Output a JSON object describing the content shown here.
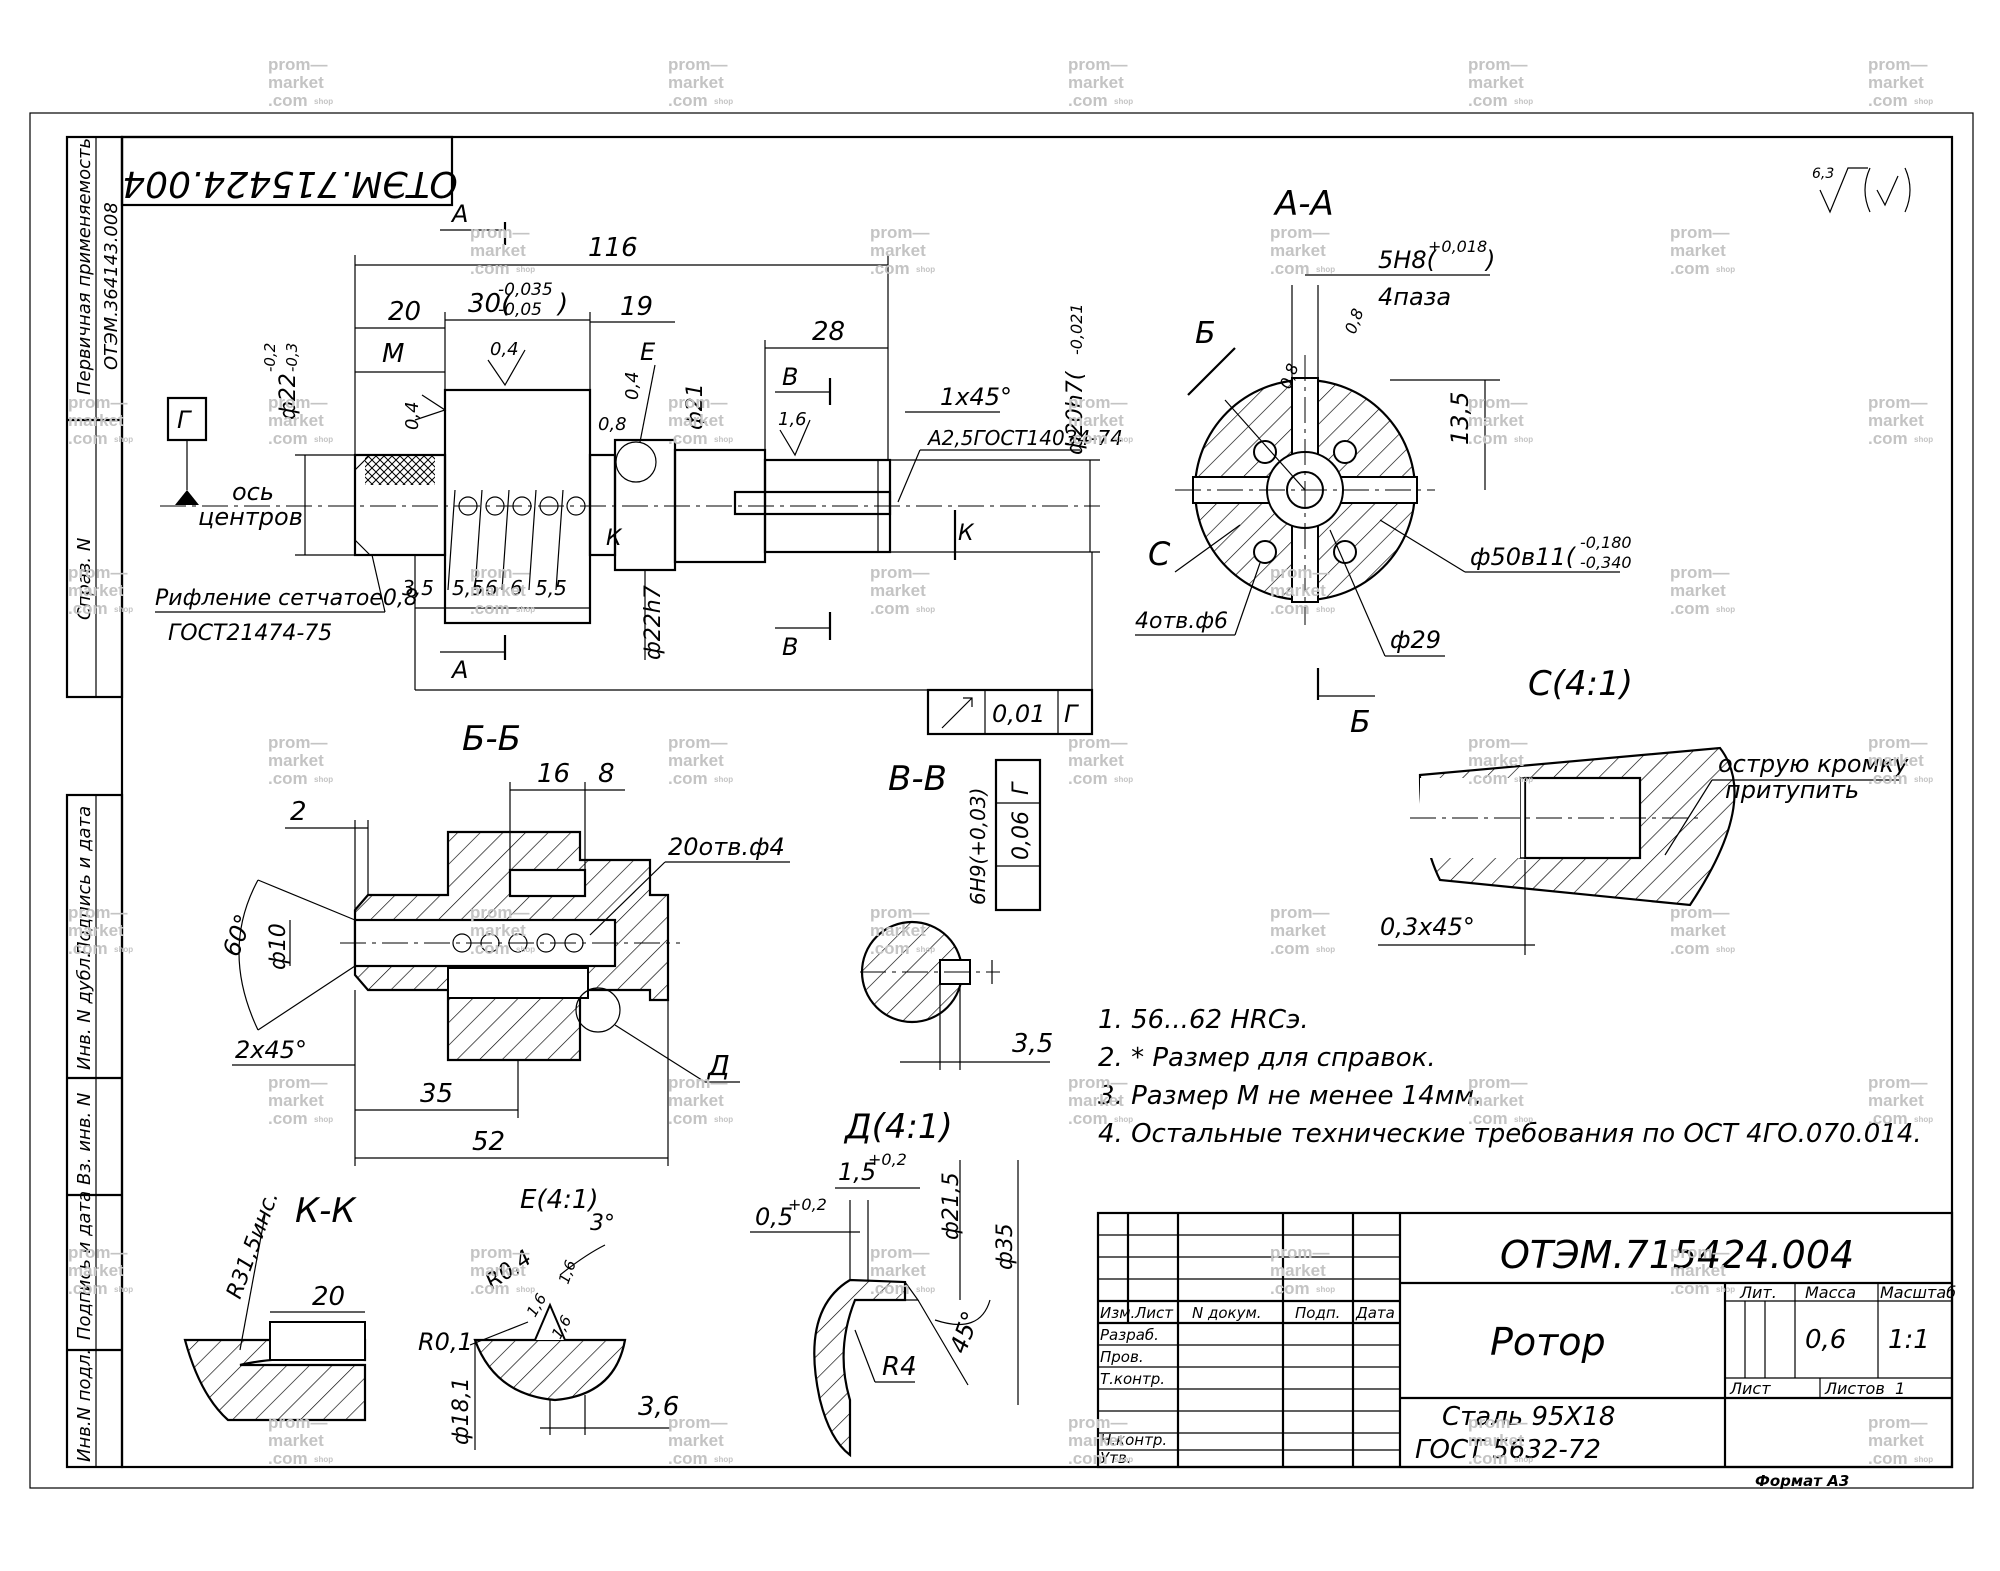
{
  "drawing": {
    "designation": "ОТЭМ.715424.004",
    "title": "Ротор",
    "material_line1": "Сталь 95Х18",
    "material_line2": "ГОСТ 5632-72",
    "mass": "0,6",
    "scale": "1:1",
    "roughness_symbol": "6,3",
    "format": "Формат А3"
  },
  "title_block": {
    "col_izm": "Изм.",
    "col_list": "Лист",
    "col_ndokum": "N докум.",
    "col_podp": "Подп.",
    "col_data": "Дата",
    "row_razrab": "Разраб.",
    "row_prov": "Пров.",
    "row_tkontr": "Т.контр.",
    "row_nkontr": "Н.контр.",
    "row_utv": "Утв.",
    "lit": "Лит.",
    "massa": "Масса",
    "masshtab": "Масштаб",
    "list": "Лист",
    "listov": "Листов",
    "listov_value": "1"
  },
  "side_strip": {
    "perv_primen": "Первичная применяемость",
    "perv_number": "ОТЭМ.364143.008",
    "sprav": "Справ. N",
    "podp_data_1": "Подпись и дата",
    "inv_dubl": "Инв. N дубл.",
    "vz_inv": "Вз. инв. N",
    "podp_data_2": "Подпись и дата",
    "inv_podl": "Инв.N подл."
  },
  "notes": [
    "1. 56...62 HRCэ.",
    "2. * Размер для справок.",
    "3. Размер М не менее 14мм.",
    "4. Остальные технические требования по ОСТ 4ГО.070.014."
  ],
  "views": {
    "main": {
      "d116": "116",
      "d20": "20",
      "d30": "30(",
      "d30_tol_up": "-0,035",
      "d30_tol_dn": "-0,05",
      "d30_close": ")",
      "d19": "19",
      "d28": "28",
      "dM": "М",
      "dE": "Е",
      "dA_top": "А",
      "dA_bot": "А",
      "d04a": "0,4",
      "d04b": "0,4",
      "d04c": "0,4",
      "d08": "0,8",
      "d16": "1,6",
      "d22": "ф22",
      "d22_tol_up": "-0,2",
      "d22_tol_dn": "-0,3",
      "d21": "ф21",
      "d22h7": "ф22h7",
      "d20h7": "ф20h7(",
      "d20h7_tol": "-0,021",
      "chamfer": "1х45°",
      "centerhole": "А2,5ГОСТ14034-74",
      "datum": "Г",
      "axis1": "ось",
      "axis2": "центров",
      "knurl1": "Рифление сетчатое0,8",
      "knurl2": "ГОСТ21474-75",
      "d35": "3,5",
      "d55a": "5,5",
      "d6a": "6",
      "d6b": "6",
      "d55b": "5,5",
      "secB_top": "В",
      "secB_bot": "В",
      "secK": "К",
      "secK2": "К",
      "runout": "0,01",
      "runout_datum": "Г"
    },
    "aa": {
      "title": "А-А",
      "slot": "5H8(",
      "slot_tol": "+0,018",
      "slot_close": ")",
      "slots_count": "4паза",
      "d08a": "0,8",
      "d08b": "0,8",
      "d135": "13,5",
      "d50": "ф50в11(",
      "d50_up": "-0,180",
      "d50_dn": "-0,340",
      "d29": "ф29",
      "holes": "4отв.ф6",
      "cut_b1": "Б",
      "cut_b2": "Б",
      "c": "С"
    },
    "cc": {
      "title": "С(4:1)",
      "note1": "острую кромку",
      "note2": "притупить",
      "chamfer": "0,3х45°"
    },
    "bb": {
      "title": "Б-Б",
      "d16": "16",
      "d8": "8",
      "d2": "2",
      "holes": "20отв.ф4",
      "angle": "60°",
      "d10": "ф10",
      "chamfer": "2х45°",
      "d35": "35",
      "d52": "52",
      "detD": "Д"
    },
    "vv": {
      "title": "В-В",
      "slot": "6H9(+0,03)",
      "tol": "0,06",
      "datum": "Г",
      "d35": "3,5"
    },
    "kk": {
      "title": "К-К",
      "radius": "R31,5инс.",
      "d20": "20"
    },
    "ee": {
      "title": "Е(4:1)",
      "r04": "R0,4",
      "r01": "R0,1",
      "a3": "3°",
      "r16a": "1,6",
      "r16b": "1,6",
      "r16c": "1,6",
      "d181": "ф18,1",
      "d36": "3,6"
    },
    "dd": {
      "title": "Д(4:1)",
      "d15": "1,5",
      "d15_tol": "+0,2",
      "d05": "0,5",
      "d05_tol": "+0,2",
      "d215": "ф21,5",
      "d35": "ф35",
      "r4": "R4",
      "a45": "45°"
    }
  },
  "watermark": {
    "line1": "prom—",
    "line2": "market",
    "line3": ".com",
    "line4": "shop"
  }
}
